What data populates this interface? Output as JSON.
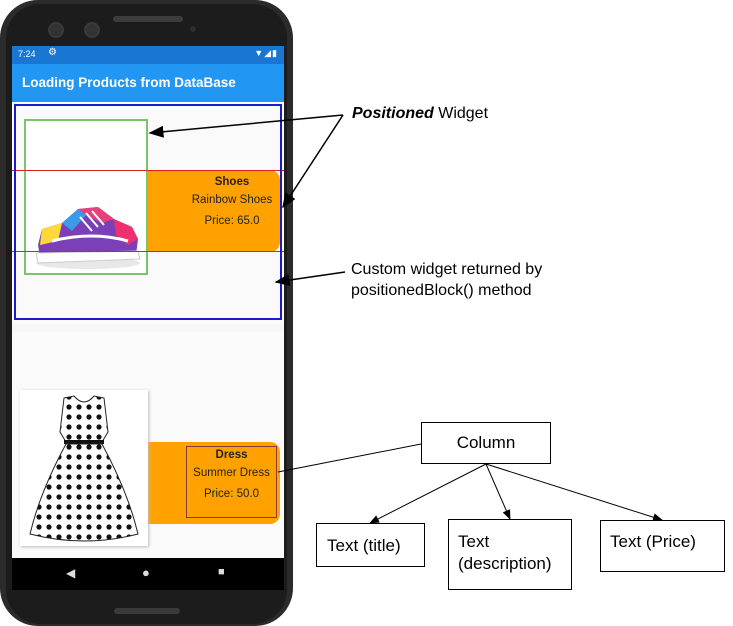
{
  "status_bar": {
    "time": "7:24",
    "gear_icon": "settings-gear",
    "right_icons": "wifi signal battery"
  },
  "app_bar": {
    "title": "Loading Products from DataBase"
  },
  "products": [
    {
      "title": "Shoes",
      "description": "Rainbow Shoes",
      "price": "Price: 65.0",
      "image_icon": "sneaker-image"
    },
    {
      "title": "Dress",
      "description": "Summer Dress",
      "price": "Price: 50.0",
      "image_icon": "polka-dot-dress-image"
    }
  ],
  "nav_bar": {
    "back_icon": "◀",
    "home_icon": "●",
    "recents_icon": "■"
  },
  "annotations": {
    "positioned_bold": "Positioned",
    "positioned_rest": " Widget",
    "custom_widget_line1": "Custom widget returned by",
    "custom_widget_line2": "positionedBlock() method",
    "column": "Column",
    "text_title": "Text (title)",
    "text_description_line1": "Text",
    "text_description_line2": "(description)",
    "text_price": "Text (Price)"
  },
  "colors": {
    "appbar": "#2196f3",
    "statusbar": "#1976d2",
    "product_card_orange": "#ffa200",
    "positioned_outline": "#7cc46c",
    "custom_widget_outline": "#1a1acc",
    "guide_line_red": "#e02020",
    "column_outline": "#8b3a3a"
  }
}
